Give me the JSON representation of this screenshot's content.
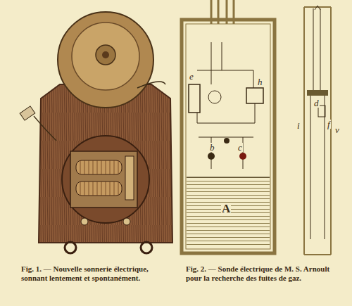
{
  "diagram": {
    "labels": [
      "e",
      "h",
      "b",
      "c",
      "A",
      "i",
      "d",
      "f",
      "v",
      "Fig. 1. — Nouvelle sonnerie électrique, sonnant lentement et spontanément.",
      "Fig. 2. — Sonde électrique de M. S. Arnoult pour la recherche des fuites de gaz."
    ]
  }
}
